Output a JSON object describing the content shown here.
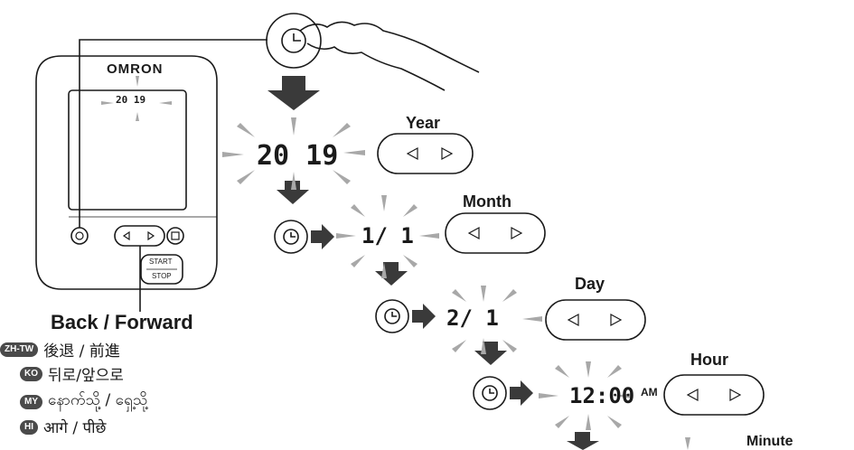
{
  "device": {
    "brand": "OMRON",
    "screen_year": "20 19",
    "button_start": "START",
    "button_stop": "STOP"
  },
  "steps": [
    {
      "title": "Year",
      "display": "20 19"
    },
    {
      "title": "Month",
      "display": "1/ 1"
    },
    {
      "title": "Day",
      "display": "2/ 1"
    },
    {
      "title": "Hour",
      "display": "12:00",
      "suffix": "AM"
    },
    {
      "title": "Minute",
      "display": ""
    }
  ],
  "caption": {
    "main": "Back / Forward",
    "translations": [
      {
        "code": "ZH-TW",
        "text": "後退 / 前進"
      },
      {
        "code": "KO",
        "text": "뒤로/앞으로"
      },
      {
        "code": "MY",
        "text": "နောက်သို့ / ရှေ့သို့"
      },
      {
        "code": "HI",
        "text": "आगे / पीछे"
      }
    ]
  },
  "icons": {
    "clock": "clock-icon",
    "left": "left-triangle-icon",
    "right": "right-triangle-icon",
    "arrow": "arrow-icon",
    "hand": "hand-icon",
    "memory": "memory-icon"
  },
  "colors": {
    "line": "#1a1a1a",
    "arrow": "#3a3a3a",
    "flash_rays": "#a8a8a8",
    "badge": "#4a4a4a"
  }
}
